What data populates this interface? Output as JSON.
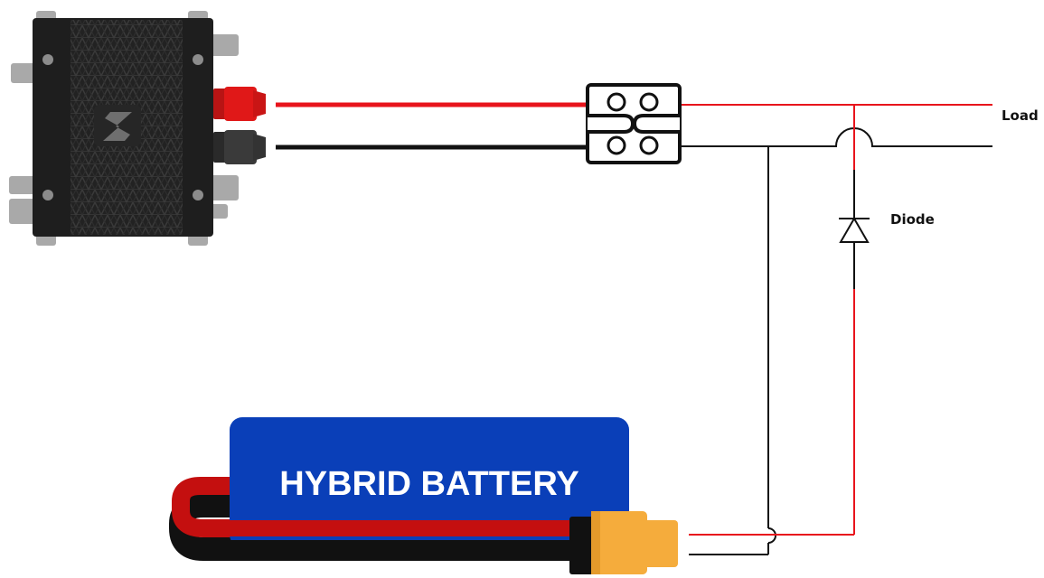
{
  "diagram": {
    "labels": {
      "load": "Load",
      "diode": "Diode",
      "battery": "HYBRID BATTERY"
    },
    "colors": {
      "positive_wire": "#e8141c",
      "negative_wire": "#111111",
      "battery_body": "#0a3fb8",
      "xt_connector": "#f5ac3c",
      "generator_body": "#1e1e1e",
      "generator_tabs": "#a9a9a9",
      "red_terminal": "#e01818",
      "black_terminal": "#3a3a3a"
    },
    "icons": {
      "generator": "generator-icon",
      "logo": "s-logo-icon",
      "terminal_block": "terminal-block-icon",
      "diode": "diode-symbol-icon",
      "wire_crossover": "wire-crossover-icon",
      "connector": "xt-connector-icon"
    }
  }
}
